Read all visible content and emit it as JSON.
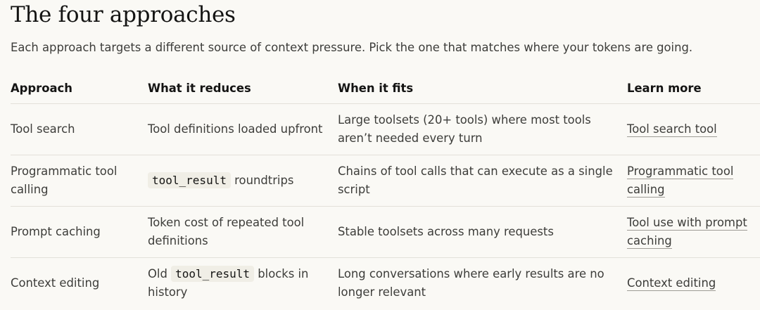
{
  "heading": {
    "title": "The four approaches",
    "subtitle": "Each approach targets a different source of context pressure. Pick the one that matches where your tokens are going."
  },
  "table": {
    "headers": {
      "approach": "Approach",
      "reduces": "What it reduces",
      "fits": "When it fits",
      "learn": "Learn more"
    },
    "rows": [
      {
        "approach": "Tool search",
        "reduces_pre": "Tool definitions loaded upfront",
        "reduces_code": "",
        "reduces_post": "",
        "fits": "Large toolsets (20+ tools) where most tools aren’t needed every turn",
        "learn": "Tool search tool"
      },
      {
        "approach": "Programmatic tool calling",
        "reduces_pre": "",
        "reduces_code": "tool_result",
        "reduces_post": " roundtrips",
        "fits": "Chains of tool calls that can execute as a single script",
        "learn": "Programmatic tool calling"
      },
      {
        "approach": "Prompt caching",
        "reduces_pre": "Token cost of repeated tool definitions",
        "reduces_code": "",
        "reduces_post": "",
        "fits": "Stable toolsets across many requests",
        "learn": "Tool use with prompt caching"
      },
      {
        "approach": "Context editing",
        "reduces_pre": "Old ",
        "reduces_code": "tool_result",
        "reduces_post": " blocks in history",
        "fits": "Long conversations where early results are no longer relevant",
        "learn": "Context editing"
      }
    ]
  }
}
